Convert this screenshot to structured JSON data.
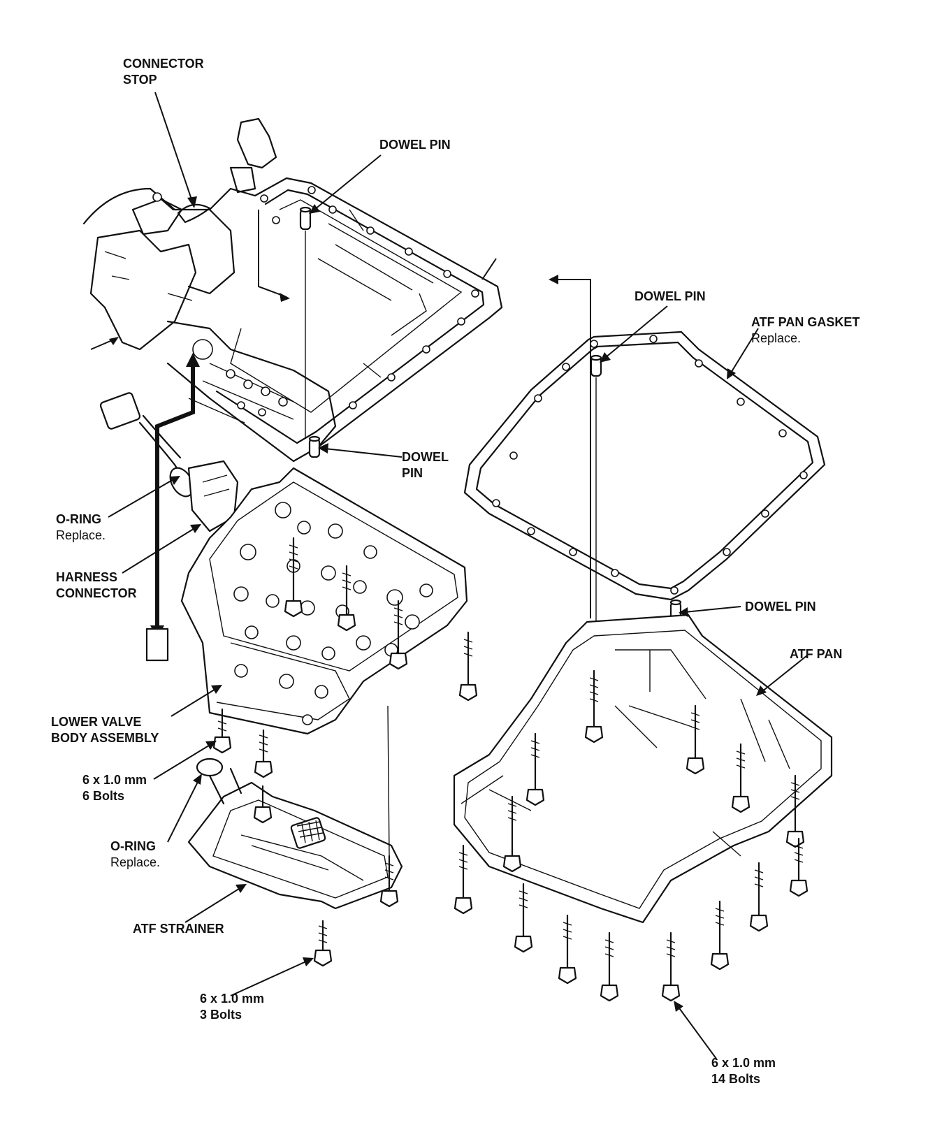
{
  "labels": {
    "connector_stop": [
      "CONNECTOR",
      "STOP"
    ],
    "dowel_pin_top": "DOWEL PIN",
    "dowel_pin_right": "DOWEL PIN",
    "atf_pan_gasket": {
      "name": "ATF PAN GASKET",
      "note": "Replace."
    },
    "dowel_pin_middle": [
      "DOWEL",
      "PIN"
    ],
    "o_ring_upper": {
      "name": "O-RING",
      "note": "Replace."
    },
    "harness_connector": [
      "HARNESS",
      "CONNECTOR"
    ],
    "dowel_pin_pan": "DOWEL PIN",
    "atf_pan": "ATF PAN",
    "lower_valve_body": [
      "LOWER VALVE",
      "BODY ASSEMBLY"
    ],
    "bolts_6": [
      "6 x 1.0 mm",
      "6  Bolts"
    ],
    "o_ring_lower": {
      "name": "O-RING",
      "note": "Replace."
    },
    "atf_strainer": "ATF STRAINER",
    "bolts_3": [
      "6 x 1.0 mm",
      "3 Bolts"
    ],
    "bolts_14": [
      "6 x 1.0 mm",
      "14 Bolts"
    ]
  }
}
